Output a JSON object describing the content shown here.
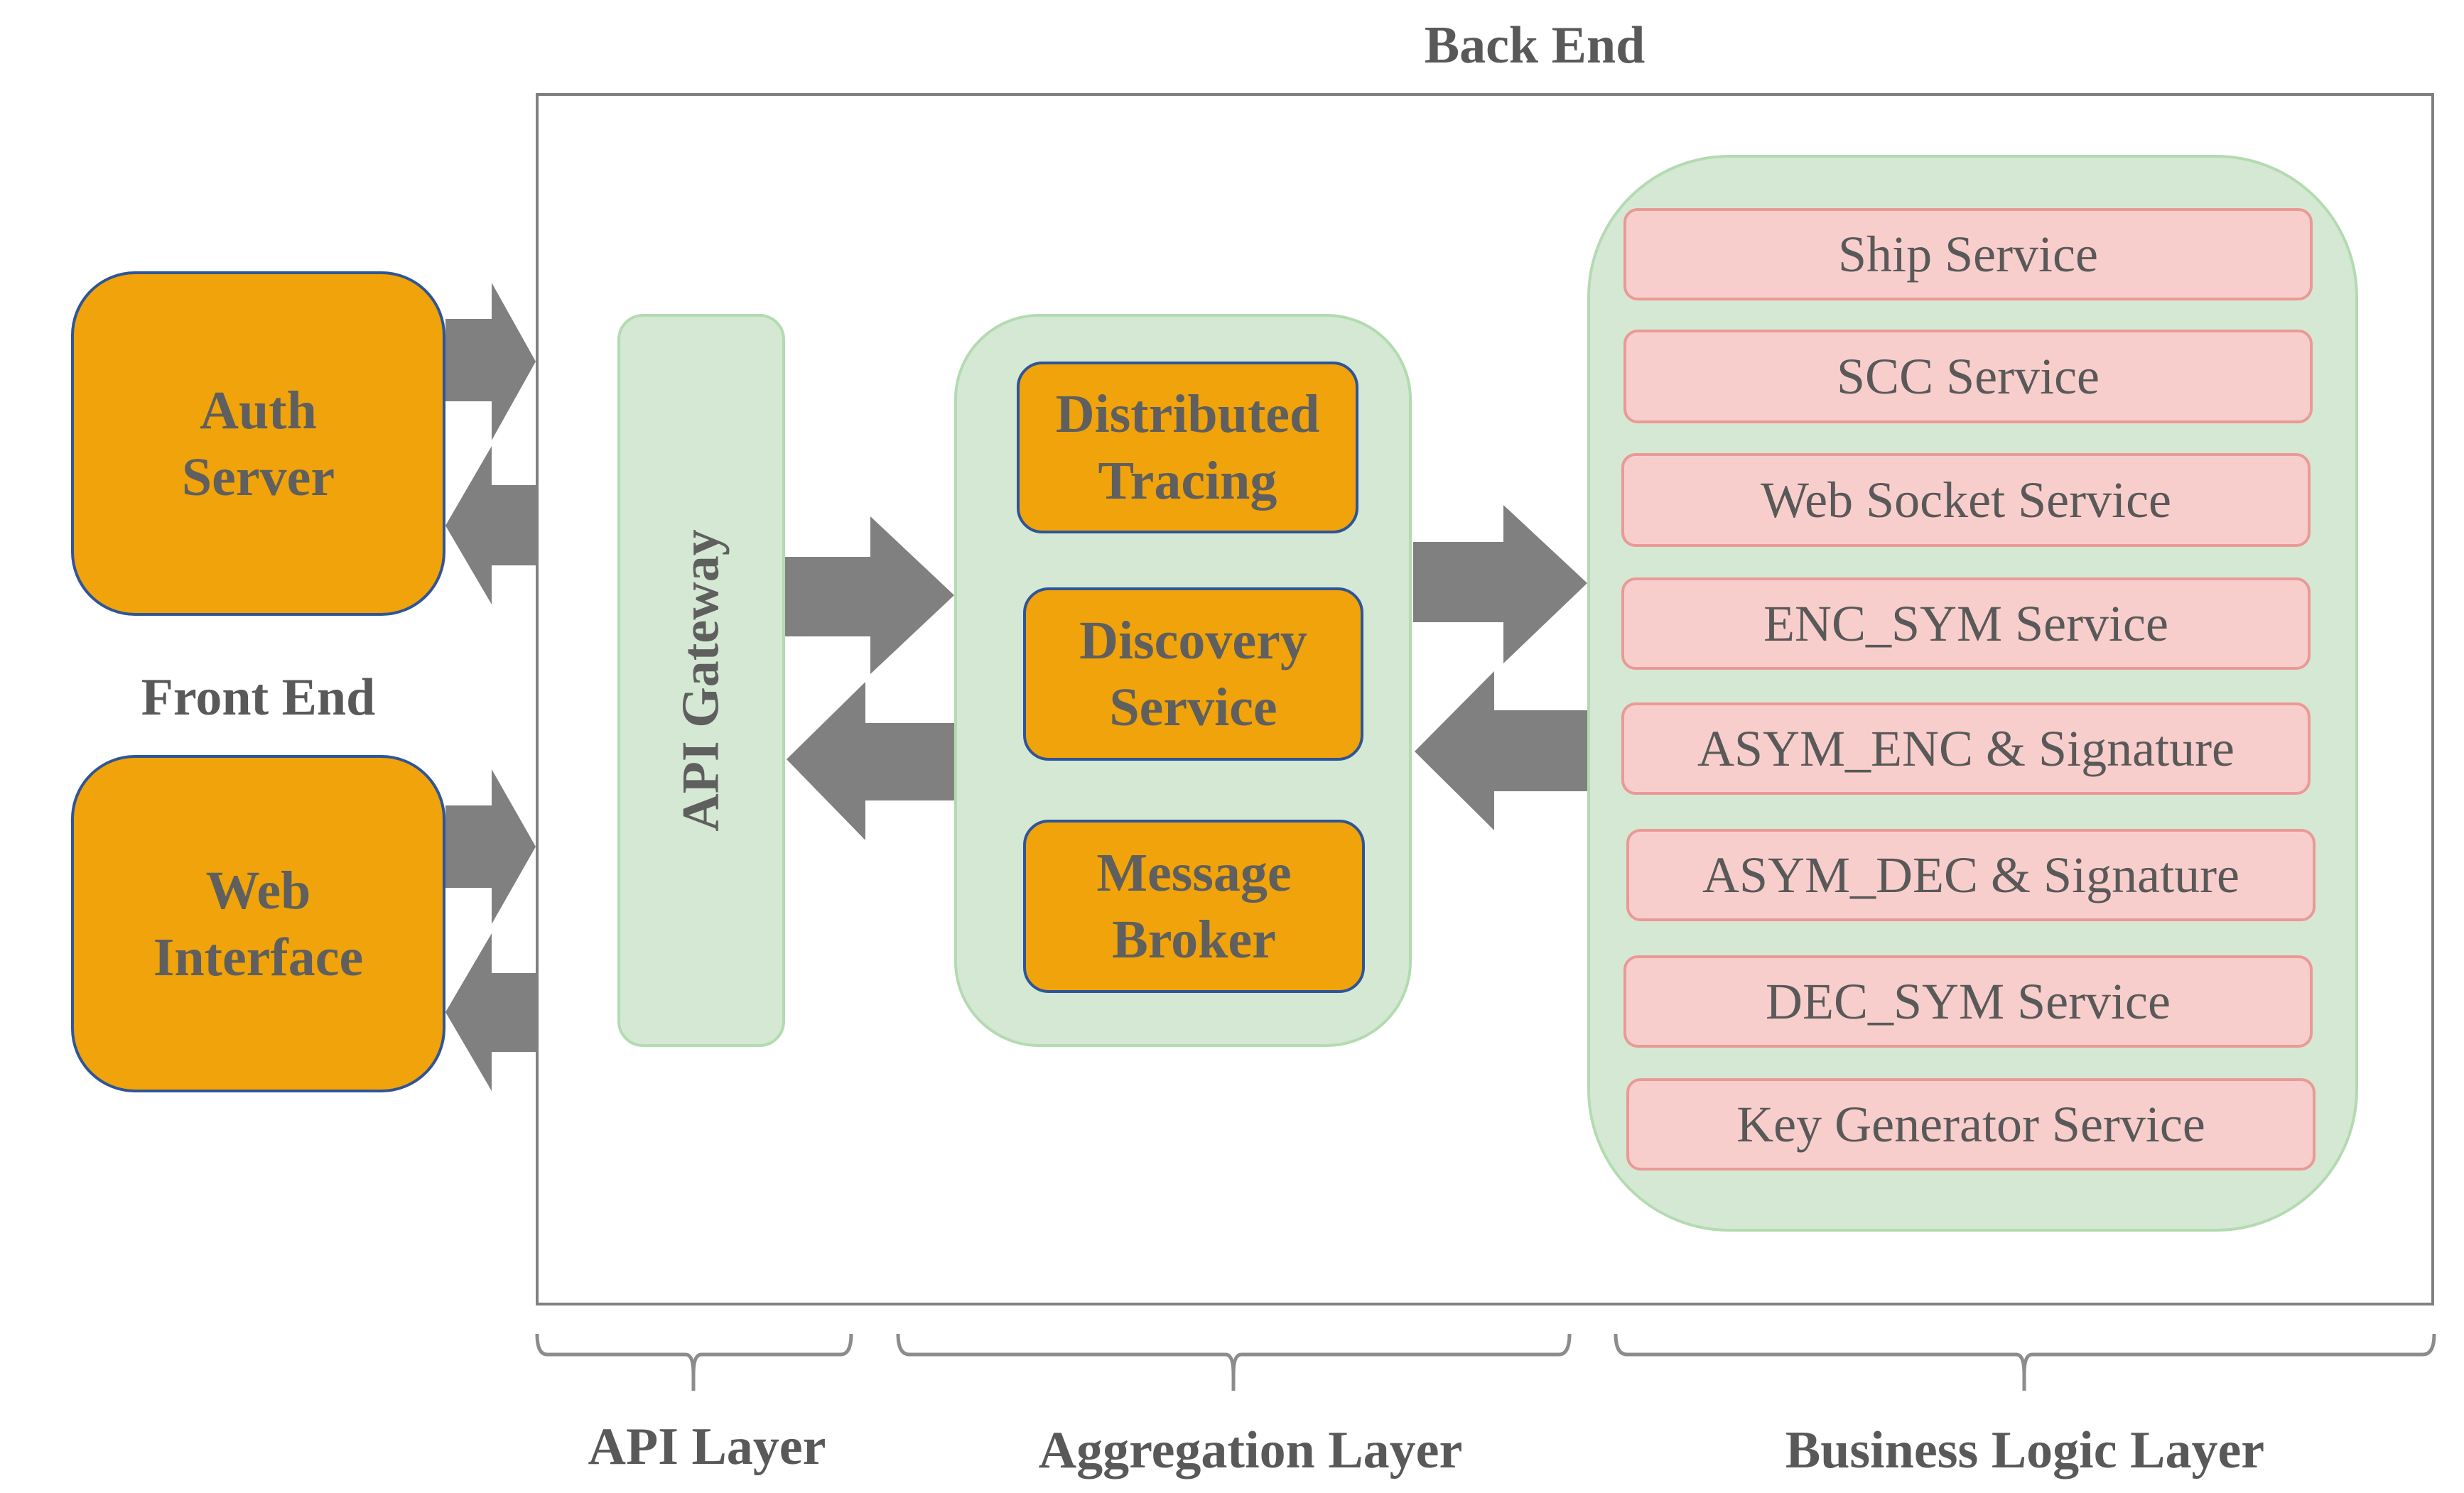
{
  "front_end": {
    "label": "Front End",
    "auth_server": [
      "Auth",
      "Server"
    ],
    "web_interface": [
      "Web",
      "Interface"
    ]
  },
  "back_end": {
    "label": "Back End",
    "api_gateway": "API Gateway",
    "aggregation": {
      "items": [
        [
          "Distributed",
          "Tracing"
        ],
        [
          "Discovery",
          "Service"
        ],
        [
          "Message",
          "Broker"
        ]
      ]
    },
    "business_logic": {
      "services": [
        "Ship Service",
        "SCC Service",
        "Web Socket Service",
        "ENC_SYM Service",
        "ASYM_ENC & Signature",
        "ASYM_DEC & Signature",
        "DEC_SYM Service",
        "Key Generator Service"
      ]
    }
  },
  "layers": {
    "api": "API Layer",
    "aggregation": "Aggregation Layer",
    "business": "Business Logic Layer"
  },
  "colors": {
    "component_fill": "#f0a30a",
    "component_border": "#2f5597",
    "panel_fill": "#d5e8d4",
    "panel_border": "#b3dbb0",
    "service_fill": "#f8cecc",
    "service_border": "#ea9a96",
    "arrow": "#808080",
    "text": "#595959"
  }
}
